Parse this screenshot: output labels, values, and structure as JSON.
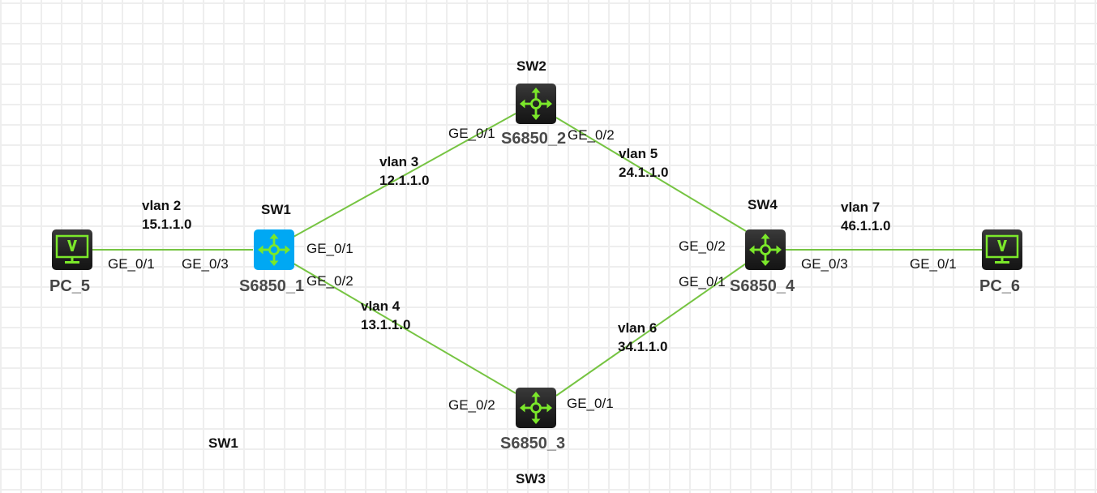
{
  "diagram": {
    "type": "network-topology",
    "link_color": "#76c442",
    "selected_color": "#00a8f3",
    "devices": [
      {
        "id": "pc5",
        "type": "pc",
        "name": "PC_5",
        "icon": "monitor-icon"
      },
      {
        "id": "sw1",
        "type": "switch",
        "name": "S6850_1",
        "alias": "SW1",
        "icon": "switch-arrows-icon",
        "selected": true
      },
      {
        "id": "sw2",
        "type": "switch",
        "name": "S6850_2",
        "alias": "SW2",
        "icon": "switch-arrows-icon"
      },
      {
        "id": "sw3",
        "type": "switch",
        "name": "S6850_3",
        "alias": "SW3",
        "icon": "switch-arrows-icon"
      },
      {
        "id": "sw4",
        "type": "switch",
        "name": "S6850_4",
        "alias": "SW4",
        "icon": "switch-arrows-icon"
      },
      {
        "id": "pc6",
        "type": "pc",
        "name": "PC_6",
        "icon": "monitor-icon"
      }
    ],
    "links": [
      {
        "from": "pc5",
        "from_port": "GE_0/1",
        "to": "sw1",
        "to_port": "GE_0/3",
        "vlan": "vlan 2",
        "network": "15.1.1.0"
      },
      {
        "from": "sw1",
        "from_port": "GE_0/1",
        "to": "sw2",
        "to_port": "GE_0/1",
        "vlan": "vlan 3",
        "network": "12.1.1.0"
      },
      {
        "from": "sw1",
        "from_port": "GE_0/2",
        "to": "sw3",
        "to_port": "GE_0/2",
        "vlan": "vlan 4",
        "network": "13.1.1.0"
      },
      {
        "from": "sw2",
        "from_port": "GE_0/2",
        "to": "sw4",
        "to_port": "GE_0/2",
        "vlan": "vlan 5",
        "network": "24.1.1.0"
      },
      {
        "from": "sw3",
        "from_port": "GE_0/1",
        "to": "sw4",
        "to_port": "GE_0/1",
        "vlan": "vlan 6",
        "network": "34.1.1.0"
      },
      {
        "from": "sw4",
        "from_port": "GE_0/3",
        "to": "pc6",
        "to_port": "GE_0/1",
        "vlan": "vlan 7",
        "network": "46.1.1.0"
      }
    ],
    "free_labels": {
      "sw1_extra": "SW1"
    }
  }
}
